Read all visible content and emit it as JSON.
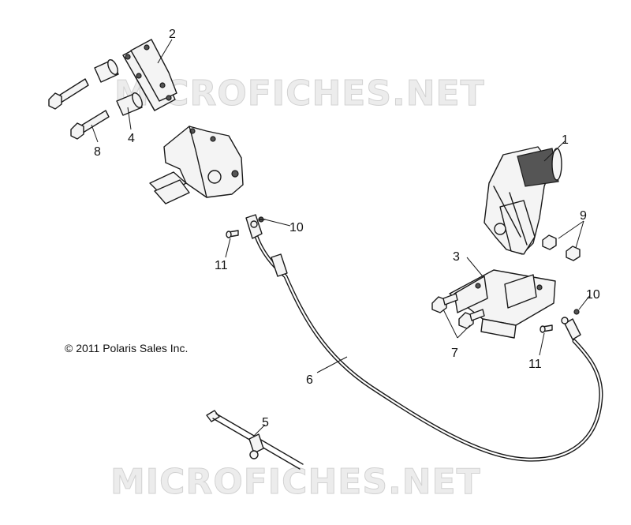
{
  "watermarks": [
    "MICROFICHES.NET",
    "MICROFICHES.NET"
  ],
  "copyright": "© 2011 Polaris Sales Inc.",
  "callouts": [
    "1",
    "2",
    "3",
    "4",
    "5",
    "6",
    "7",
    "8",
    "9",
    "10",
    "10",
    "11",
    "11"
  ]
}
